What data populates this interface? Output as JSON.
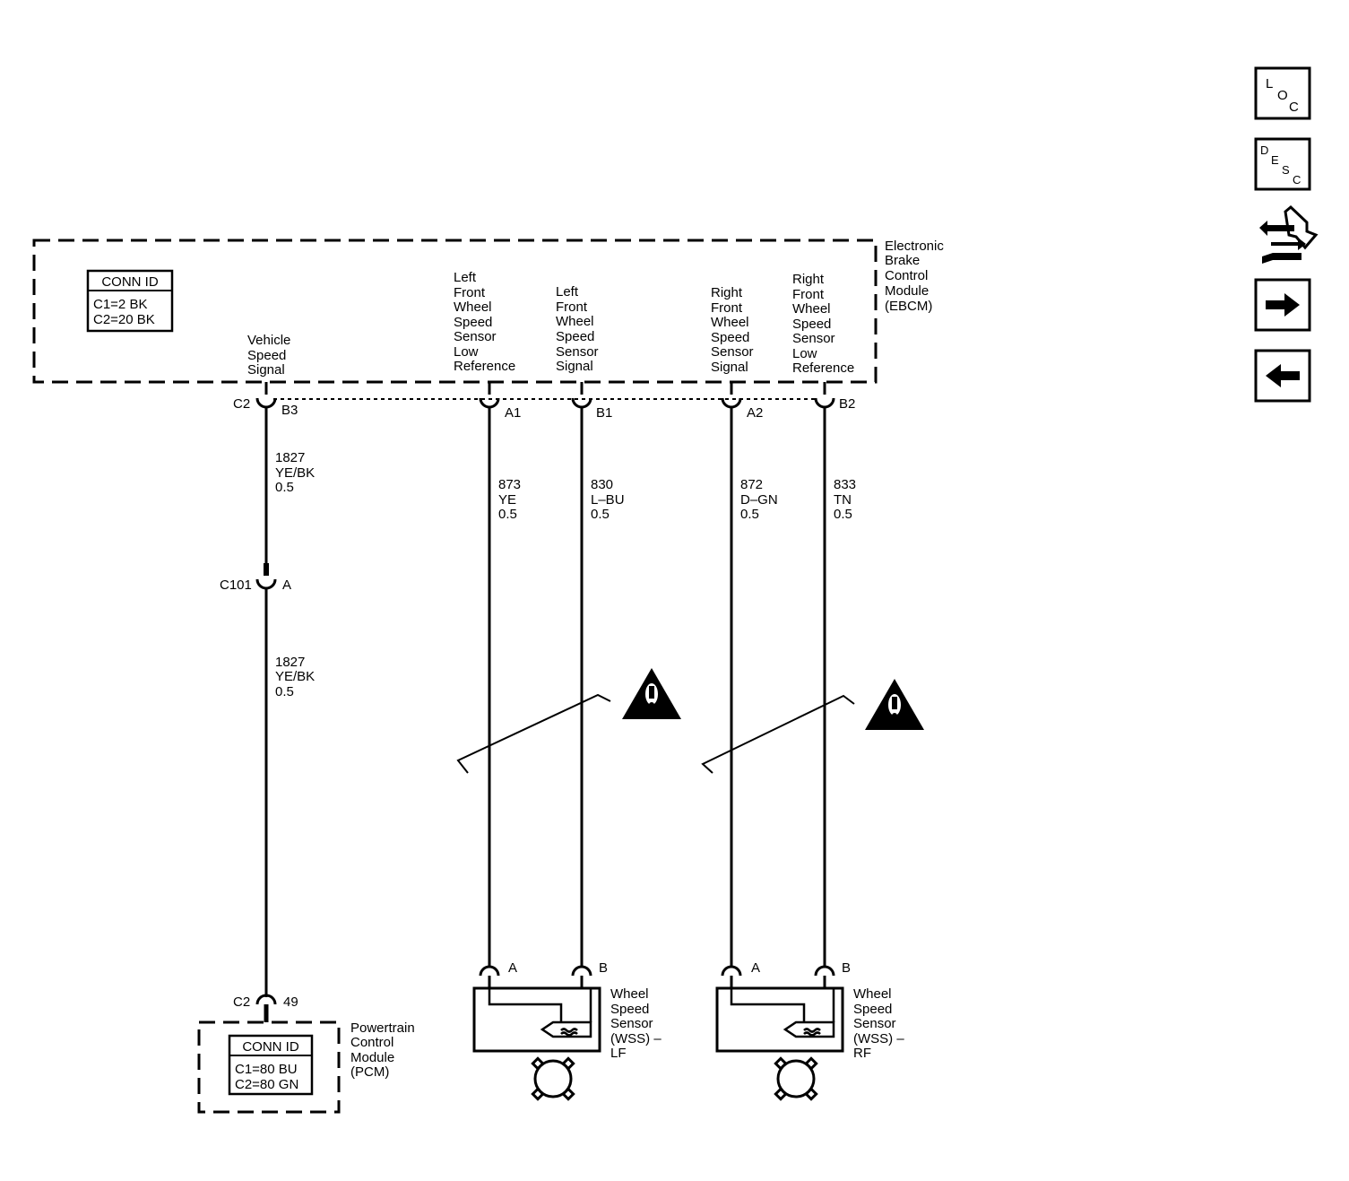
{
  "ebcm": {
    "name_lines": [
      "Electronic",
      "Brake",
      "Control",
      "Module",
      "(EBCM)"
    ],
    "conn_id": {
      "title": "CONN ID",
      "lines": [
        "C1=2 BK",
        "C2=20 BK"
      ]
    }
  },
  "pcm": {
    "name_lines": [
      "Powertrain",
      "Control",
      "Module",
      "(PCM)"
    ],
    "conn_id": {
      "title": "CONN ID",
      "lines": [
        "C1=80 BU",
        "C2=80 GN"
      ]
    }
  },
  "pins": {
    "vss": {
      "func_lines": [
        "Vehicle",
        "Speed",
        "Signal"
      ],
      "connector": "C2",
      "pin": "B3"
    },
    "lf_low": {
      "func_lines": [
        "Left",
        "Front",
        "Wheel",
        "Speed",
        "Sensor",
        "Low",
        "Reference"
      ],
      "pin": "A1"
    },
    "lf_sig": {
      "func_lines": [
        "Left",
        "Front",
        "Wheel",
        "Speed",
        "Sensor",
        "Signal"
      ],
      "pin": "B1"
    },
    "rf_sig": {
      "func_lines": [
        "Right",
        "Front",
        "Wheel",
        "Speed",
        "Sensor",
        "Signal"
      ],
      "pin": "A2"
    },
    "rf_low": {
      "func_lines": [
        "Right",
        "Front",
        "Wheel",
        "Speed",
        "Sensor",
        "Low",
        "Reference"
      ],
      "pin": "B2"
    }
  },
  "wires": {
    "vss_upper": [
      "1827",
      "YE/BK",
      "0.5"
    ],
    "vss_lower": [
      "1827",
      "YE/BK",
      "0.5"
    ],
    "lf_low": [
      "873",
      "YE",
      "0.5"
    ],
    "lf_sig": [
      "830",
      "L–BU",
      "0.5"
    ],
    "rf_sig": [
      "872",
      "D–GN",
      "0.5"
    ],
    "rf_low": [
      "833",
      "TN",
      "0.5"
    ]
  },
  "inline_connector": {
    "name": "C101",
    "pin": "A"
  },
  "pcm_pin": {
    "connector": "C2",
    "pin": "49"
  },
  "sensors": {
    "lf": {
      "name_lines": [
        "Wheel",
        "Speed",
        "Sensor",
        "(WSS) –",
        "LF"
      ],
      "pin_a": "A",
      "pin_b": "B"
    },
    "rf": {
      "name_lines": [
        "Wheel",
        "Speed",
        "Sensor",
        "(WSS) –",
        "RF"
      ],
      "pin_a": "A",
      "pin_b": "B"
    }
  },
  "nav": {
    "loc": [
      "L",
      "O",
      "C"
    ],
    "desc": [
      "D",
      "E",
      "S",
      "C"
    ]
  }
}
